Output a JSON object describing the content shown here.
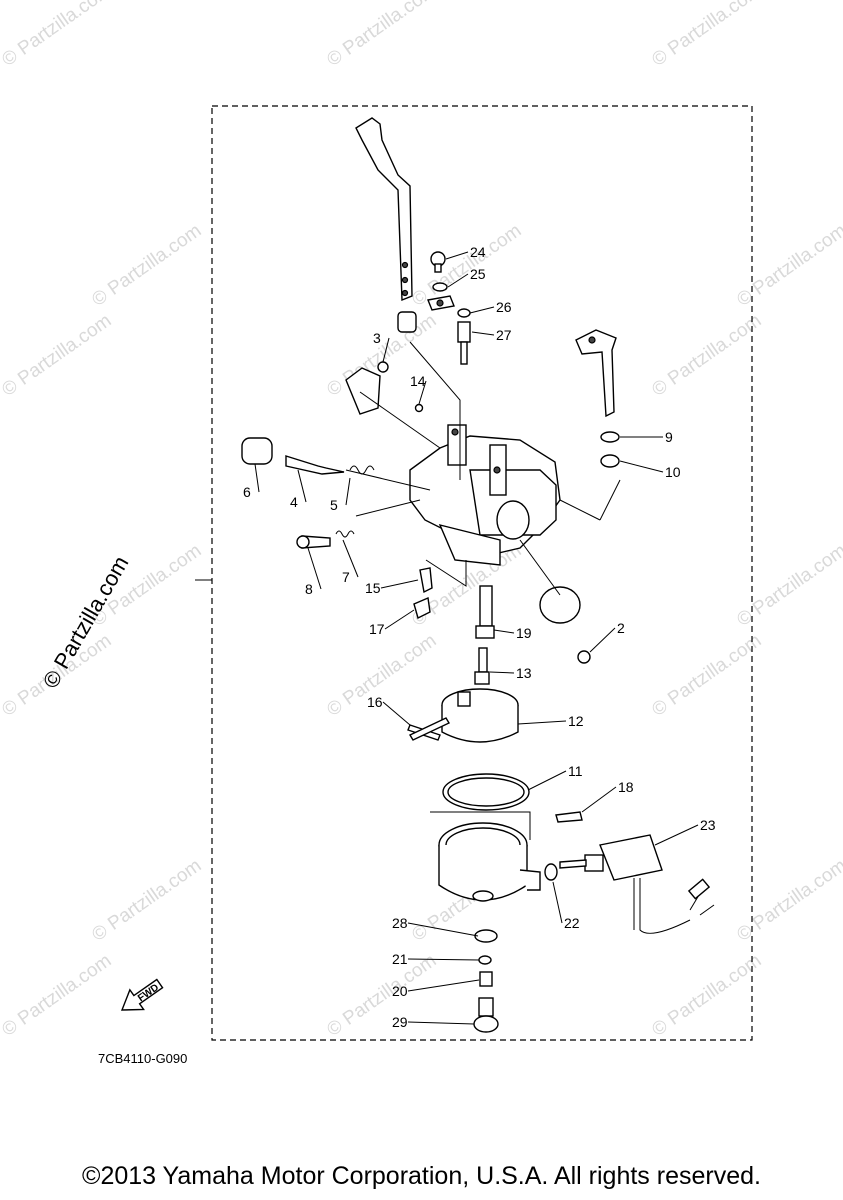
{
  "diagram": {
    "drawing_code": "7CB4110-G090",
    "fwd_label": "FWD",
    "side_watermark": "© Partzilla.com",
    "watermark_text": "© Partzilla.com",
    "parts": [
      {
        "num": "2"
      },
      {
        "num": "3"
      },
      {
        "num": "4"
      },
      {
        "num": "5"
      },
      {
        "num": "6"
      },
      {
        "num": "7"
      },
      {
        "num": "8"
      },
      {
        "num": "9"
      },
      {
        "num": "10"
      },
      {
        "num": "11"
      },
      {
        "num": "12"
      },
      {
        "num": "13"
      },
      {
        "num": "14"
      },
      {
        "num": "15"
      },
      {
        "num": "16"
      },
      {
        "num": "17"
      },
      {
        "num": "18"
      },
      {
        "num": "19"
      },
      {
        "num": "20"
      },
      {
        "num": "21"
      },
      {
        "num": "22"
      },
      {
        "num": "23"
      },
      {
        "num": "24"
      },
      {
        "num": "25"
      },
      {
        "num": "26"
      },
      {
        "num": "27"
      },
      {
        "num": "28"
      },
      {
        "num": "29"
      }
    ]
  },
  "footer": {
    "copyright": "©2013 Yamaha Motor Corporation, U.S.A. All rights reserved."
  }
}
